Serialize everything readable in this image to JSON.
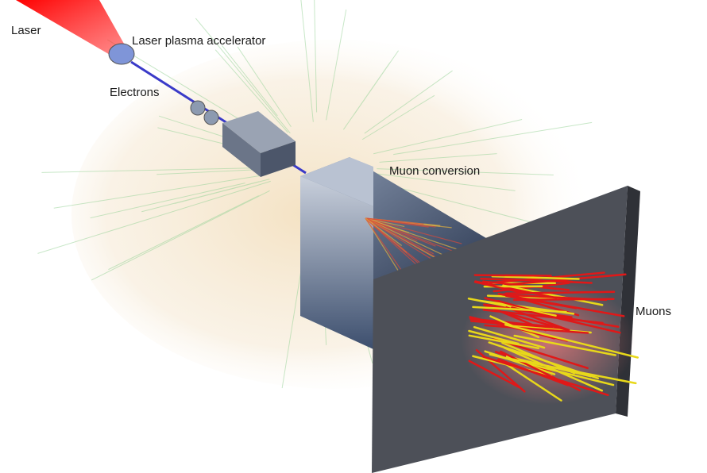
{
  "labels": {
    "laser": "Laser",
    "accelerator": "Laser plasma accelerator",
    "electrons": "Electrons",
    "conversion": "Muon conversion",
    "muons": "Muons"
  },
  "colors": {
    "laser": "#ff1a1a",
    "beam": "#3a3ac8",
    "block": "#5a6f8c",
    "plate": "#4d5058",
    "muon_red": "#e01818",
    "muon_yellow": "#e8d81a",
    "halo": "#f6e6c8"
  }
}
